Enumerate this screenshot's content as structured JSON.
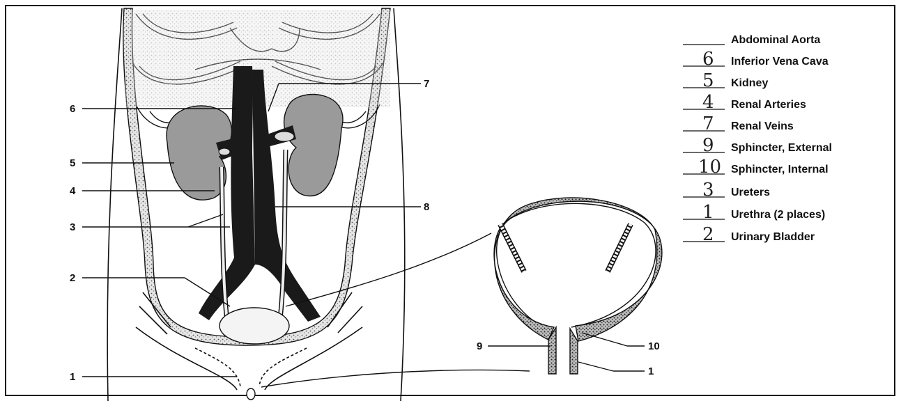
{
  "callouts": [
    "1",
    "2",
    "3",
    "4",
    "5",
    "6",
    "7",
    "8",
    "9",
    "10",
    "1"
  ],
  "answer_key": [
    {
      "answer": "",
      "term": "Abdominal Aorta"
    },
    {
      "answer": "6",
      "term": "Inferior Vena Cava"
    },
    {
      "answer": "5",
      "term": "Kidney"
    },
    {
      "answer": "4",
      "term": "Renal Arteries"
    },
    {
      "answer": "7",
      "term": "Renal Veins"
    },
    {
      "answer": "9",
      "term": "Sphincter, External"
    },
    {
      "answer": "10",
      "term": "Sphincter, Internal"
    },
    {
      "answer": "3",
      "term": "Ureters"
    },
    {
      "answer": "1",
      "term": "Urethra (2 places)"
    },
    {
      "answer": "2",
      "term": "Urinary Bladder"
    }
  ],
  "colors": {
    "ink": "#111111",
    "kidney": "#9a9a9a",
    "vessel": "#1a1a1a",
    "stipple": "#cfcfcf"
  }
}
